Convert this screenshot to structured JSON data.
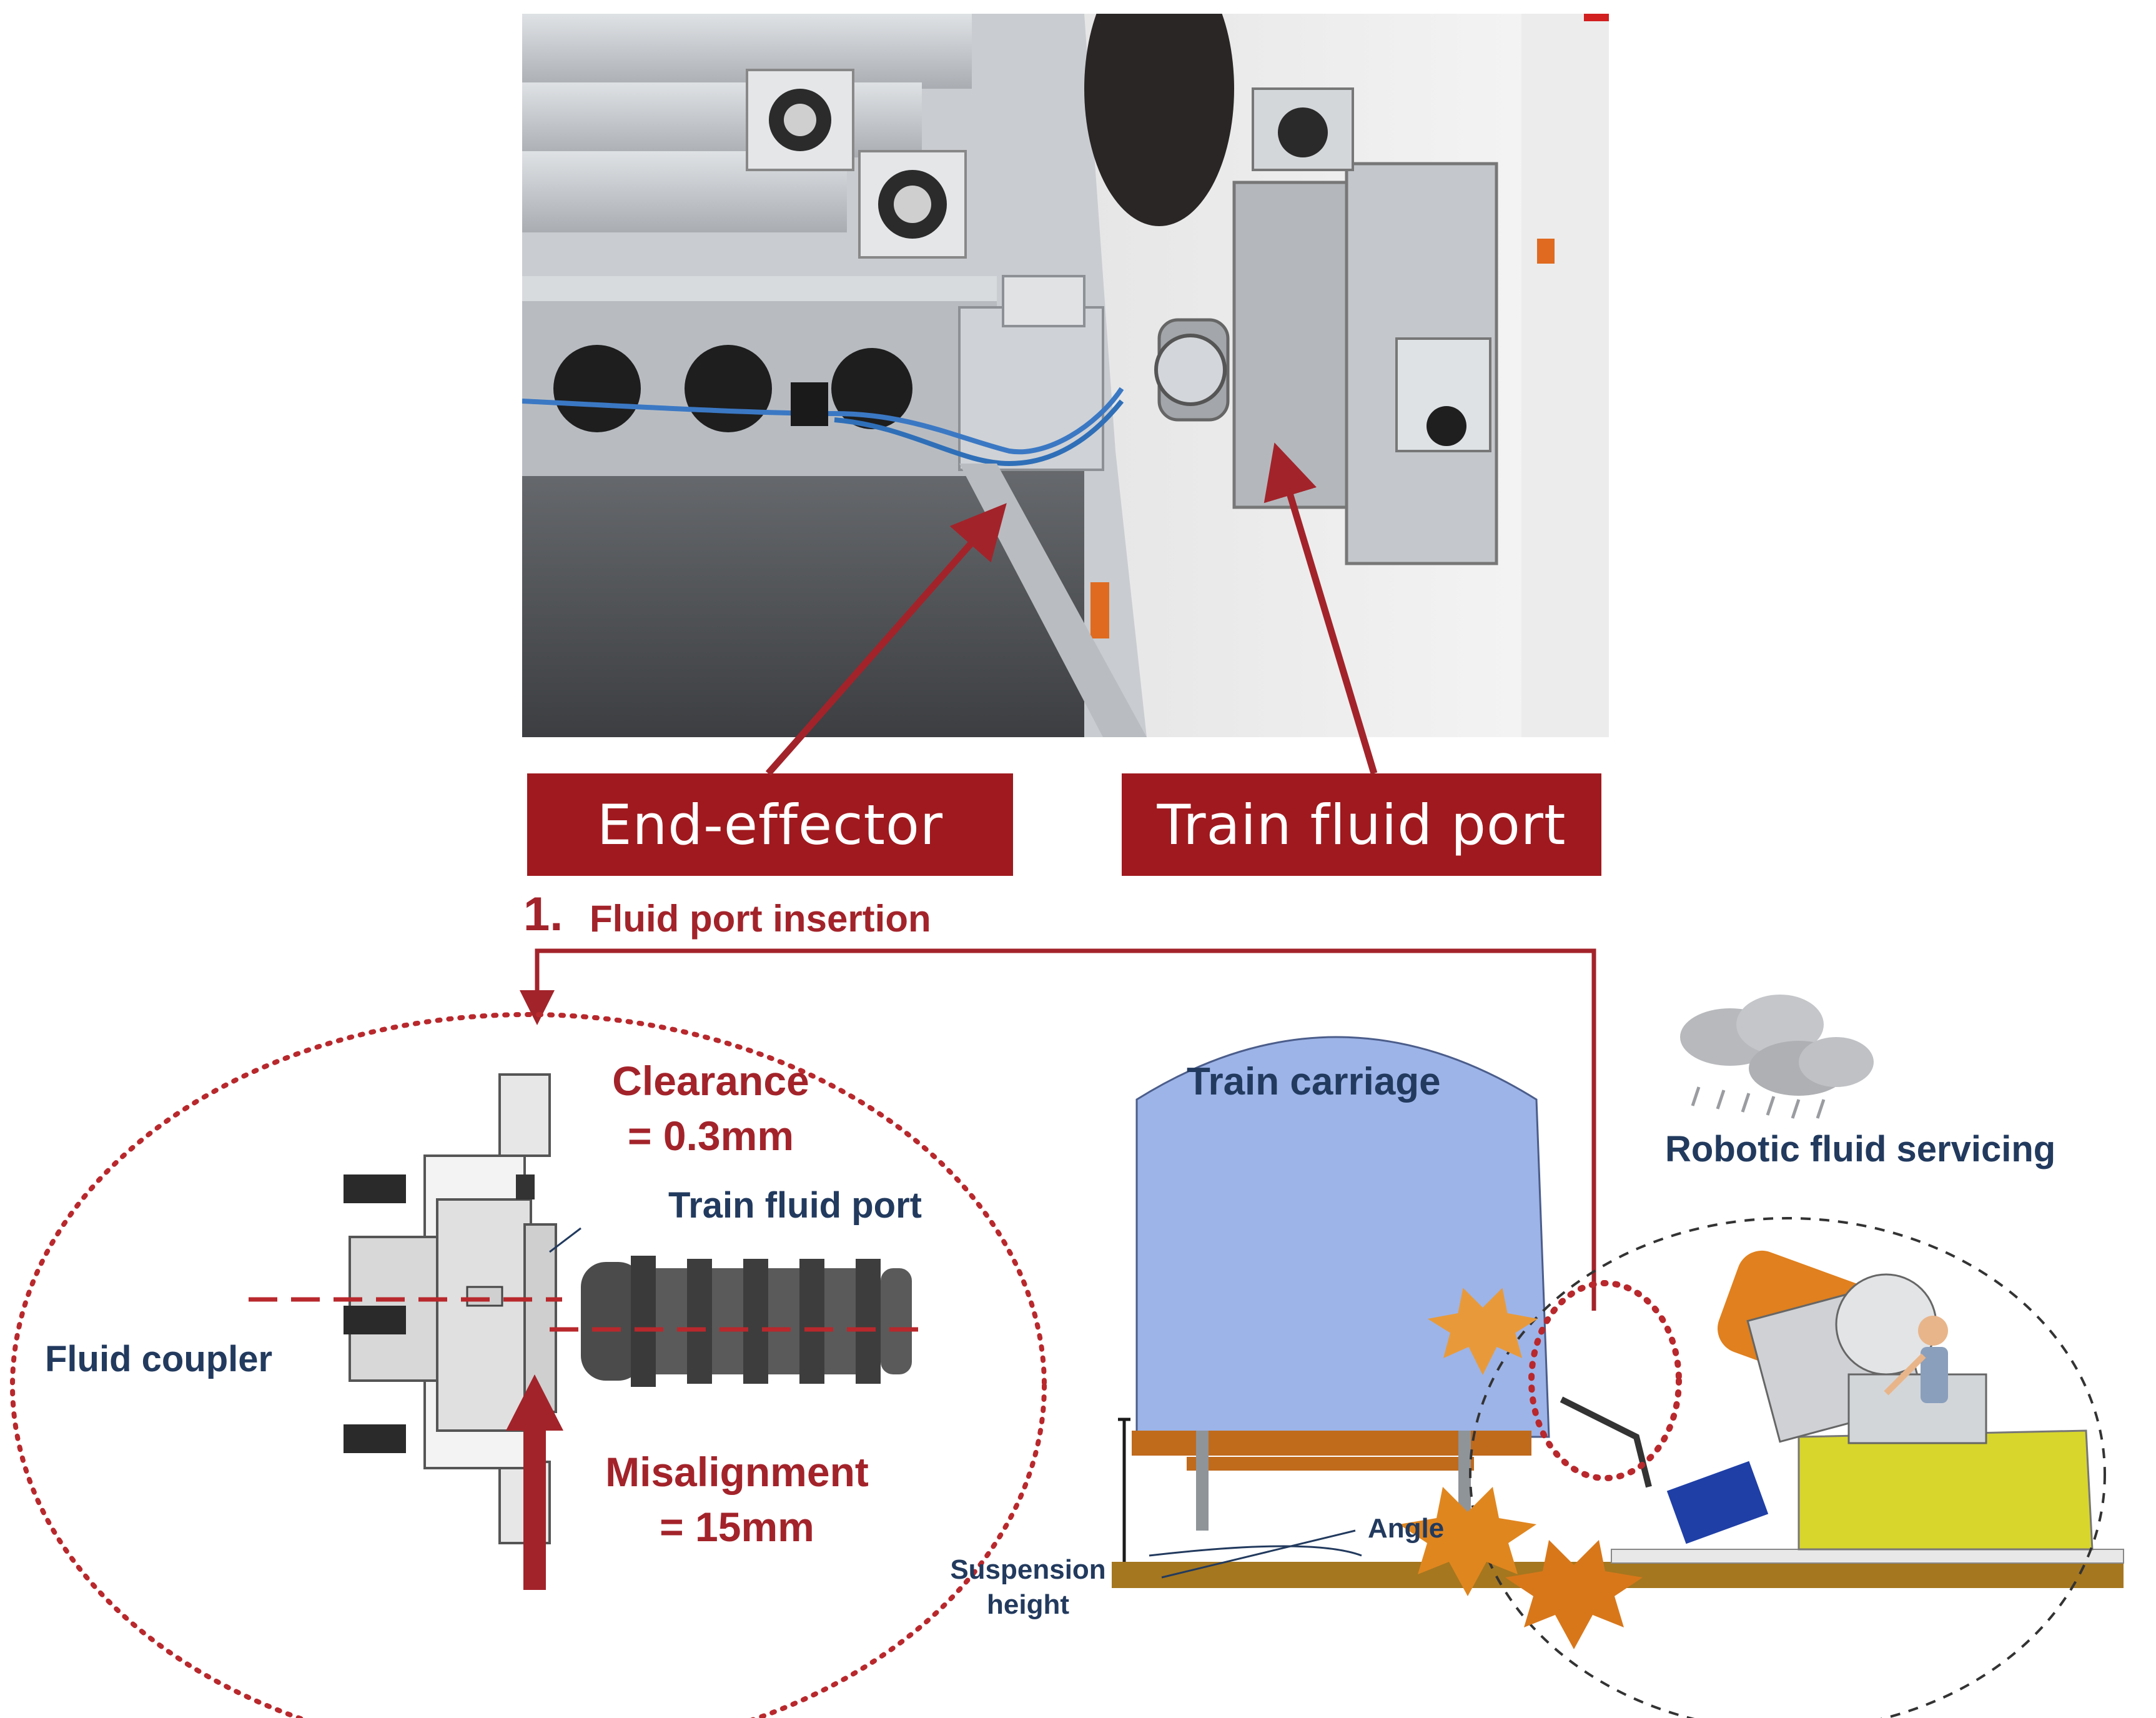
{
  "labels": {
    "end_effector": "End-effector",
    "train_fluid_port_box": "Train fluid port",
    "step_number": "1.",
    "step_label": "Fluid port insertion",
    "clearance_line1": "Clearance",
    "clearance_line2": "= 0.3mm",
    "misalignment_line1": "Misalignment",
    "misalignment_line2": "= 15mm",
    "train_fluid_port": "Train fluid port",
    "fluid_coupler": "Fluid coupler",
    "train_carriage": "Train carriage",
    "robotic_fluid_servicing": "Robotic fluid servicing",
    "suspension_line1": "Suspension",
    "suspension_line2": "height",
    "angle": "Angle"
  },
  "colors": {
    "accent_red": "#a0191e",
    "navy": "#223a5e",
    "carriage_blue": "#9db4e8",
    "robot_yellow": "#d8d62c",
    "robot_orange": "#e0801e",
    "leaf_orange": "#e0861f",
    "ground_brown": "#a5771f"
  },
  "icons": [
    "cloud-rain-icon",
    "maple-leaf-icon",
    "worker-figure-icon",
    "robot-arm-icon"
  ]
}
